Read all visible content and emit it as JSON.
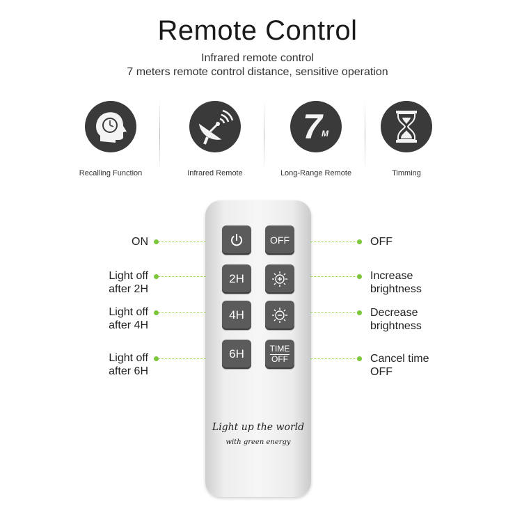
{
  "header": {
    "title": "Remote Control",
    "subtitle_line1": "Infrared remote control",
    "subtitle_line2": "7 meters remote control distance, sensitive operation"
  },
  "features": [
    {
      "label": "Recalling Function",
      "icon": "head-clock-icon"
    },
    {
      "label": "Infrared Remote",
      "icon": "satellite-dish-icon"
    },
    {
      "label": "Long-Range Remote",
      "icon": "seven-meter-icon",
      "icon_text": "7",
      "icon_subtext": "M"
    },
    {
      "label": "Timming",
      "icon": "hourglass-icon"
    }
  ],
  "remote": {
    "buttons": {
      "on": {
        "icon": "power-icon"
      },
      "off": {
        "label": "OFF"
      },
      "h2": {
        "label": "2H"
      },
      "brightness_up": {
        "icon": "sun-plus-icon"
      },
      "h4": {
        "label": "4H"
      },
      "brightness_down": {
        "icon": "sun-minus-icon"
      },
      "h6": {
        "label": "6H"
      },
      "time_off": {
        "label_top": "TIME",
        "label_bottom": "OFF"
      }
    },
    "script_line1": "Light up the world",
    "script_line2": "with green energy"
  },
  "callouts_left": {
    "on": "ON",
    "h2_line1": "Light off",
    "h2_line2": "after 2H",
    "h4_line1": "Light off",
    "h4_line2": "after 4H",
    "h6_line1": "Light off",
    "h6_line2": "after 6H"
  },
  "callouts_right": {
    "off": "OFF",
    "inc_line1": "Increase",
    "inc_line2": "brightness",
    "dec_line1": "Decrease",
    "dec_line2": "brightness",
    "cancel_line1": "Cancel time",
    "cancel_line2": "OFF"
  },
  "colors": {
    "accent_green": "#7cc63a",
    "button_gray": "#5b5b5b",
    "icon_dark": "#3a3a3a"
  }
}
